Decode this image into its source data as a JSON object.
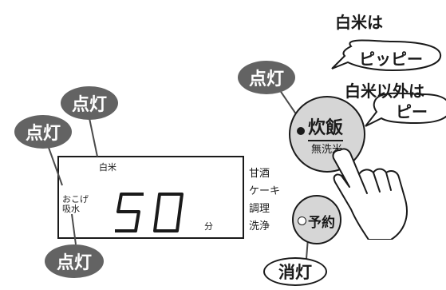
{
  "callouts": {
    "lit_top": "点灯",
    "lit_left": "点灯",
    "lit_bottom": "点灯",
    "lit_button": "点灯",
    "off_button": "消灯"
  },
  "lcd": {
    "menu_top": "白米",
    "mode_line1": "おこげ",
    "mode_line2": "吸水",
    "time_value": "50",
    "time_unit": "分"
  },
  "menu_list": [
    "甘酒",
    "ケーキ",
    "調理",
    "洗浄"
  ],
  "buttons": {
    "cook_main": "炊飯",
    "cook_sub": "無洗米",
    "reserve": "予約"
  },
  "sounds": {
    "white_rice_label": "白米は",
    "white_rice_sound": "ピッピー",
    "other_label": "白米以外は",
    "other_sound": "ピー"
  },
  "colors": {
    "tag_fill": "#636363",
    "button_fill": "#d6d6d6"
  }
}
